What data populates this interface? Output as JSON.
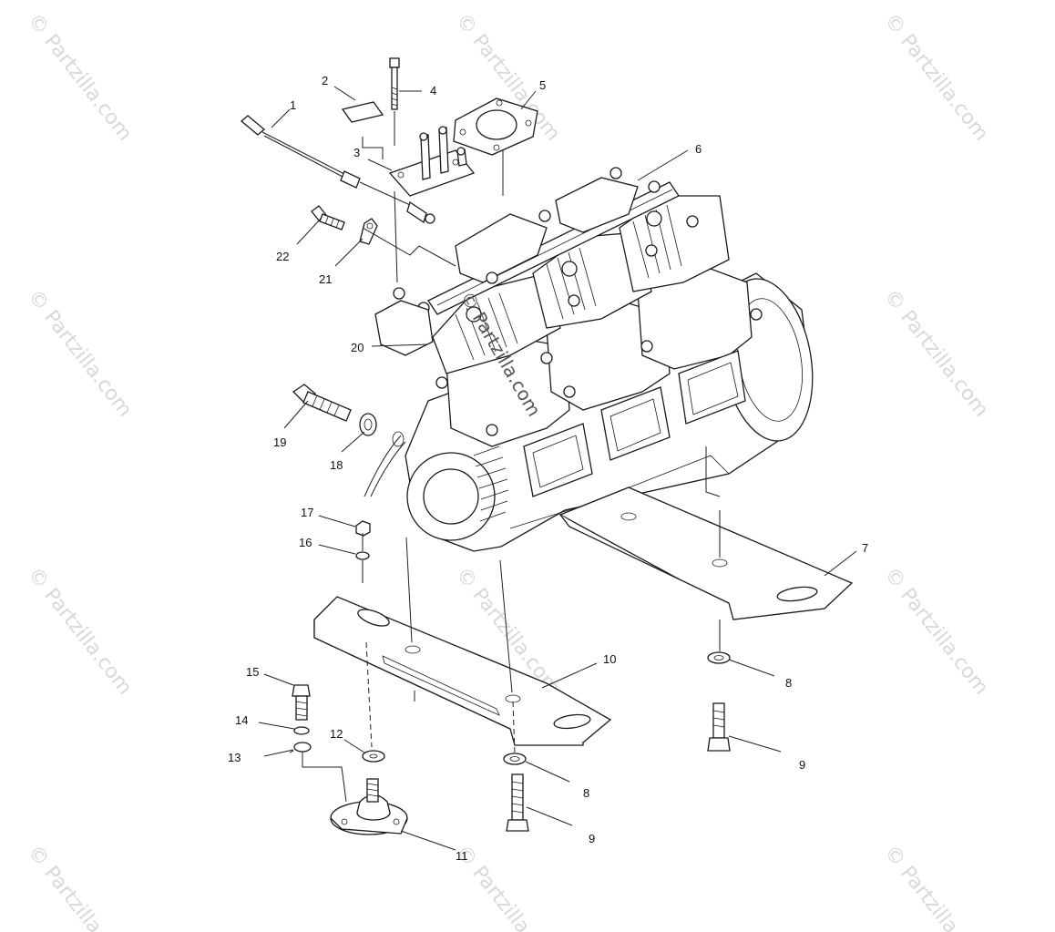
{
  "watermark": {
    "text": "© Partzilla.com",
    "color": "#d8d8d8"
  },
  "diagram": {
    "callouts": [
      {
        "id": "1",
        "label": "1"
      },
      {
        "id": "2",
        "label": "2"
      },
      {
        "id": "3",
        "label": "3"
      },
      {
        "id": "4",
        "label": "4"
      },
      {
        "id": "5",
        "label": "5"
      },
      {
        "id": "6",
        "label": "6"
      },
      {
        "id": "7",
        "label": "7"
      },
      {
        "id": "8a",
        "label": "8"
      },
      {
        "id": "8b",
        "label": "8"
      },
      {
        "id": "9a",
        "label": "9"
      },
      {
        "id": "9b",
        "label": "9"
      },
      {
        "id": "10",
        "label": "10"
      },
      {
        "id": "11",
        "label": "11"
      },
      {
        "id": "12",
        "label": "12"
      },
      {
        "id": "13",
        "label": "13"
      },
      {
        "id": "14",
        "label": "14"
      },
      {
        "id": "15",
        "label": "15"
      },
      {
        "id": "16",
        "label": "16"
      },
      {
        "id": "17",
        "label": "17"
      },
      {
        "id": "18",
        "label": "18"
      },
      {
        "id": "19",
        "label": "19"
      },
      {
        "id": "20",
        "label": "20"
      },
      {
        "id": "21",
        "label": "21"
      },
      {
        "id": "22",
        "label": "22"
      }
    ]
  }
}
